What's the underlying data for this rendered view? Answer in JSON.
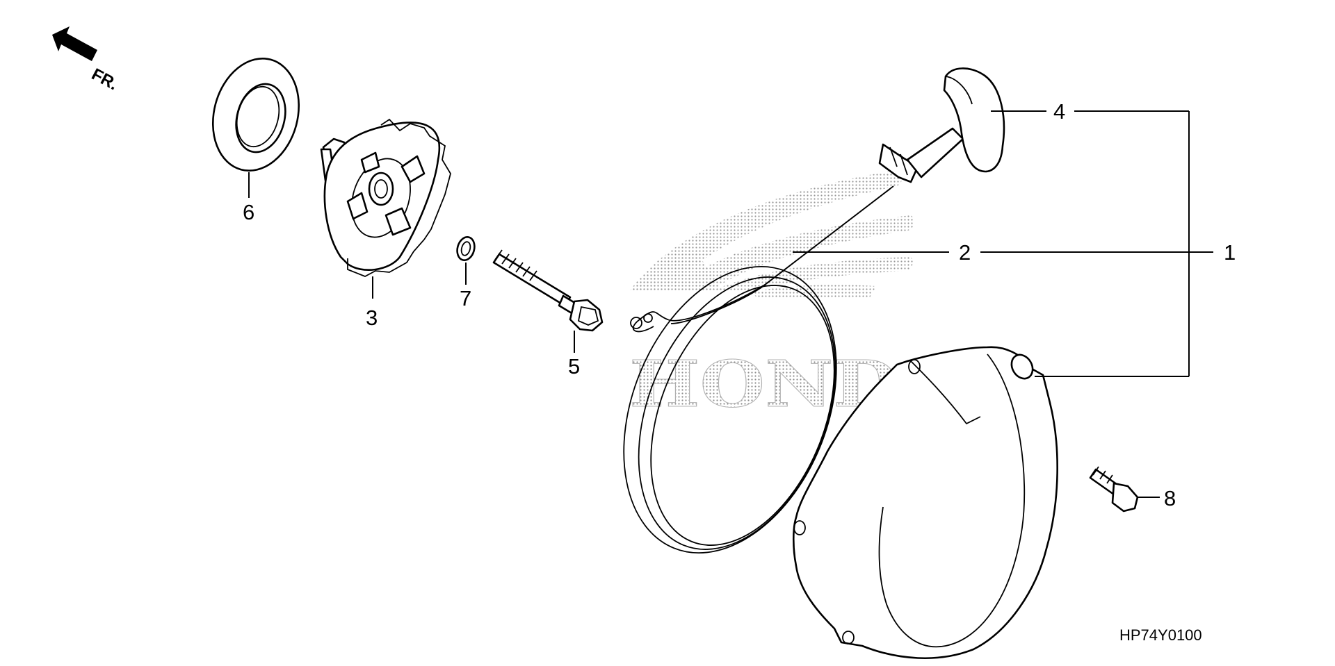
{
  "orientation": {
    "label": "FR."
  },
  "watermark": {
    "text": "HONDA",
    "color": "#9a9a9a"
  },
  "callouts": [
    {
      "id": "1",
      "label": "1"
    },
    {
      "id": "2",
      "label": "2"
    },
    {
      "id": "3",
      "label": "3"
    },
    {
      "id": "4",
      "label": "4"
    },
    {
      "id": "5",
      "label": "5"
    },
    {
      "id": "6",
      "label": "6"
    },
    {
      "id": "7",
      "label": "7"
    },
    {
      "id": "8",
      "label": "8"
    }
  ],
  "diagram_code": "HP74Y0100"
}
